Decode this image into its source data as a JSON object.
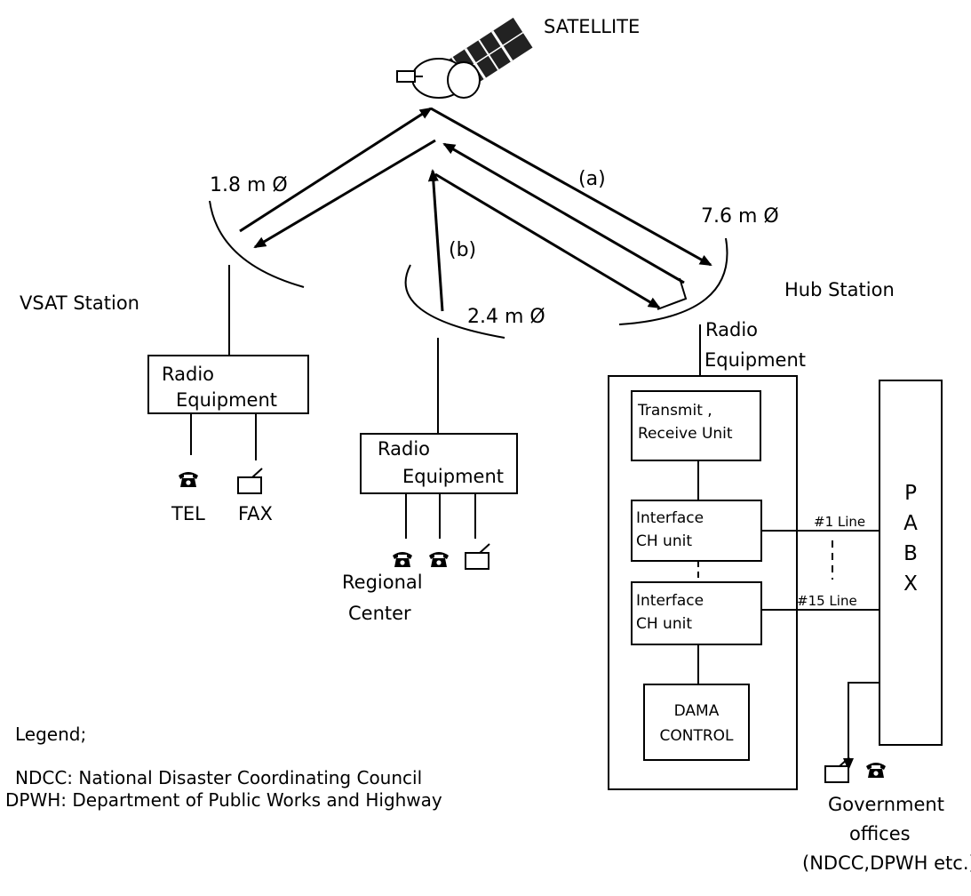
{
  "satellite": {
    "label": "SATELLITE"
  },
  "links": {
    "a": "(a)",
    "b": "(b)"
  },
  "antennas": {
    "vsat": "1.8 m Ø",
    "regional": "2.4 m Ø",
    "hub": "7.6 m Ø"
  },
  "stations": {
    "vsat": "VSAT Station",
    "hub": "Hub Station",
    "regional_line1": "Regional",
    "regional_line2": "Center"
  },
  "vsat_radio": {
    "line1": "Radio",
    "line2": "Equipment"
  },
  "regional_radio": {
    "line1": "Radio",
    "line2": "Equipment"
  },
  "hub_radio": {
    "line1": "Radio",
    "line2": "Equipment"
  },
  "terminals": {
    "tel": "TEL",
    "fax": "FAX"
  },
  "hub_units": {
    "transmit_line1": "Transmit ,",
    "transmit_line2": "Receive Unit",
    "interface1_line1": "Interface",
    "interface1_line2": "CH unit",
    "interface2_line1": "Interface",
    "interface2_line2": "CH unit",
    "dama_line1": "DAMA",
    "dama_line2": "CONTROL"
  },
  "lines": {
    "first": "#1 Line",
    "fifteenth": "#15 Line"
  },
  "pabx": [
    "P",
    "A",
    "B",
    "X"
  ],
  "government": {
    "line1": "Government",
    "line2": "offices",
    "line3": "(NDCC,DPWH etc.)"
  },
  "legend": {
    "title": "Legend;",
    "ndcc": "NDCC: National Disaster Coordinating Council",
    "dpwh": "DPWH: Department of Public Works and Highway"
  }
}
